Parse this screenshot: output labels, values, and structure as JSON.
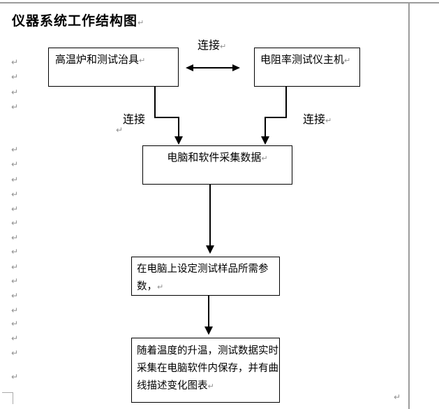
{
  "page": {
    "title": "仪器系统工作结构图"
  },
  "flowchart": {
    "boxes": [
      {
        "id": "furnace-fixture",
        "label": "高温炉和测试治具"
      },
      {
        "id": "resistivity-host",
        "label": "电阻率测试仪主机"
      },
      {
        "id": "computer-collect",
        "label": "电脑和软件采集数据"
      },
      {
        "id": "set-parameters",
        "label": "在电脑上设定测试样品所需参数，"
      },
      {
        "id": "realtime-record",
        "label": "随着温度的升温，测试数据实时采集在电脑软件内保存，并有曲线描述变化图表"
      }
    ],
    "labels": {
      "connect_top": "连接",
      "connect_left": "连接",
      "connect_right": "连接"
    },
    "line_color": "#000000"
  },
  "formatting_marks": {
    "pilcrow": "↵",
    "color": "#8f8f8f",
    "left_column_y": [
      82,
      103,
      125,
      146,
      207,
      228,
      250,
      271,
      292,
      312,
      333,
      353,
      375,
      395,
      416,
      437,
      456,
      477,
      498,
      532
    ]
  }
}
